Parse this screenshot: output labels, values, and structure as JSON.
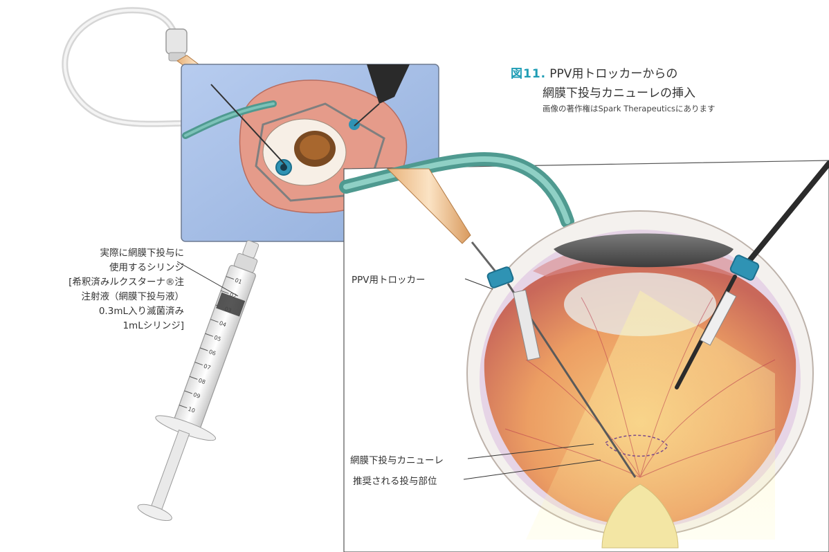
{
  "caption": {
    "figure_number": "図11.",
    "title_line1": "PPV用トロッカーからの",
    "title_line2": "網膜下投与カニューレの挿入",
    "credit": "画像の著作権はSpark Therapeuticsにあります"
  },
  "syringe_label": {
    "line1": "実際に網膜下投与に",
    "line2": "使用するシリンジ",
    "line3": "[希釈済みルクスターナ®注",
    "line4": "注射液（網膜下投与液）",
    "line5": "0.3mL入り滅菌済み",
    "line6": "1mLシリンジ]"
  },
  "callouts": {
    "trocar": "PPV用トロッカー",
    "cannula": "網膜下投与カニューレ",
    "site": "推奨される投与部位"
  },
  "syringe_scale": [
    "01",
    "02",
    "03",
    "04",
    "05",
    "06",
    "07",
    "08",
    "09",
    "10"
  ],
  "colors": {
    "accent": "#1f9db5",
    "drape": "#a9c0e6",
    "tube": "#5aa9a2",
    "trocar": "#2f93b4",
    "retina": "#f0b070"
  }
}
